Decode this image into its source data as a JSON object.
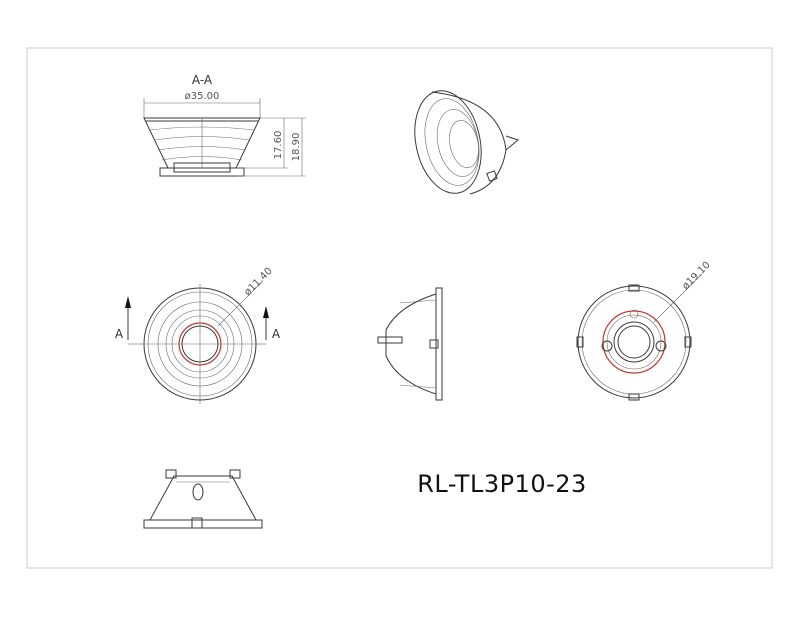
{
  "section_label": "A-A",
  "dimensions": {
    "top_diameter": "ø35.00",
    "height_inner": "17.60",
    "height_outer": "18.90",
    "inner_diameter": "ø11.40",
    "bottom_diameter": "ø19.10"
  },
  "section_marker": "A",
  "part_number": "RL-TL3P10-23",
  "colors": {
    "line": "#3a3a3a",
    "highlight": "#c0392b",
    "border": "#cccccc"
  }
}
